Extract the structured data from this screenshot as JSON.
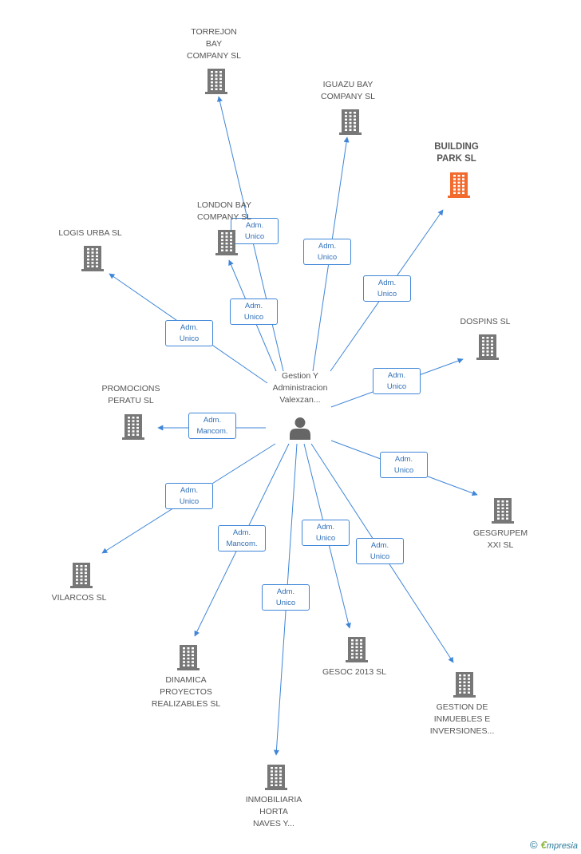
{
  "center": {
    "name": "Gestion Y\nAdministracion\nValexzan...",
    "icon": "person-icon",
    "color": "#666666"
  },
  "colors": {
    "edge": "#3f86d8",
    "building": "#777777",
    "building_highlight": "#f26a2e"
  },
  "nodes": [
    {
      "id": "torrejon",
      "name": "TORREJON\nBAY\nCOMPANY SL",
      "role": "Adm.\nUnico",
      "highlight": false
    },
    {
      "id": "iguazu",
      "name": "IGUAZU BAY\nCOMPANY SL",
      "role": "Adm.\nUnico",
      "highlight": false
    },
    {
      "id": "building-park",
      "name": "BUILDING\nPARK SL",
      "role": "Adm.\nUnico",
      "highlight": true
    },
    {
      "id": "london",
      "name": "LONDON BAY\nCOMPANY SL",
      "role": "Adm.\nUnico",
      "highlight": false
    },
    {
      "id": "logis",
      "name": "LOGIS URBA SL",
      "role": "Adm.\nUnico",
      "highlight": false
    },
    {
      "id": "dospins",
      "name": "DOSPINS SL",
      "role": "Adm.\nUnico",
      "highlight": false
    },
    {
      "id": "promociones",
      "name": "PROMOCIONS\nPERATU SL",
      "role": "Adm.\nMancom.",
      "highlight": false
    },
    {
      "id": "gesgrupem",
      "name": "GESGRUPEM\nXXI SL",
      "role": "Adm.\nUnico",
      "highlight": false
    },
    {
      "id": "vilarcos",
      "name": "VILARCOS SL",
      "role": "Adm.\nUnico",
      "highlight": false
    },
    {
      "id": "dinamica",
      "name": "DINAMICA\nPROYECTOS\nREALIZABLES SL",
      "role": "Adm.\nMancom.",
      "highlight": false
    },
    {
      "id": "inmobiliaria",
      "name": "INMOBILIARIA\nHORTA\nNAVES Y...",
      "role": "Adm.\nUnico",
      "highlight": false
    },
    {
      "id": "gesoc",
      "name": "GESOC 2013 SL",
      "role": "Adm.\nUnico",
      "highlight": false
    },
    {
      "id": "gestion-inmuebles",
      "name": "GESTION DE\nINMUEBLES E\nINVERSIONES...",
      "role": "Adm.\nUnico",
      "highlight": false
    }
  ],
  "footer": {
    "copyright": "©",
    "brand_initial": "€",
    "brand_rest": "mpresia"
  }
}
